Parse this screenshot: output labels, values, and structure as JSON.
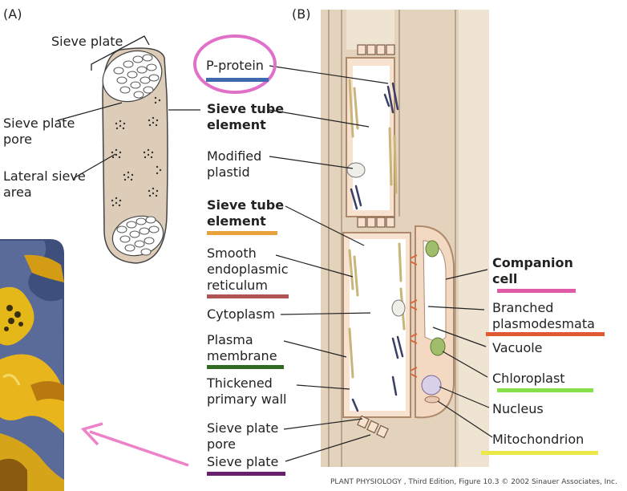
{
  "panel_a": {
    "tag": "(A)",
    "labels": {
      "sieve_plate": "Sieve plate",
      "sieve_plate_pore": "Sieve plate\npore",
      "lateral_sieve_area": "Lateral sieve\narea"
    }
  },
  "panel_b": {
    "tag": "(B)",
    "labels": {
      "p_protein": "P-protein",
      "sieve_tube_element_1": "Sieve tube\nelement",
      "modified_plastid": "Modified\nplastid",
      "sieve_tube_element_2": "Sieve tube\nelement",
      "smooth_er": "Smooth\nendoplasmic\nreticulum",
      "cytoplasm": "Cytoplasm",
      "plasma_membrane": "Plasma\nmembrane",
      "thickened_wall": "Thickened\nprimary wall",
      "sieve_plate_pore": "Sieve plate\npore",
      "sieve_plate": "Sieve plate",
      "companion_cell": "Companion\ncell",
      "branched_plasmodesmata": "Branched\nplasmodesmata",
      "vacuole": "Vacuole",
      "chloroplast": "Chloroplast",
      "nucleus": "Nucleus",
      "mitochondrion": "Mitochondrion"
    }
  },
  "credit": "PLANT PHYSIOLOGY , Third Edition, Figure 10.3  © 2002 Sinauer Associates, Inc.",
  "colors": {
    "p_protein": "#3f6ab0",
    "sieve_tube_element": "#e8a23b",
    "smooth_er": "#b05555",
    "plasma_membrane": "#2e6b1e",
    "sieve_plate": "#6a1e6e",
    "companion_cell": "#e05aa8",
    "branched_plasmodesmata": "#e05a30",
    "chloroplast": "#86e04a",
    "mitochondrion": "#ece84a",
    "circle": "#e070c8",
    "arrow": "#ee82c8"
  }
}
